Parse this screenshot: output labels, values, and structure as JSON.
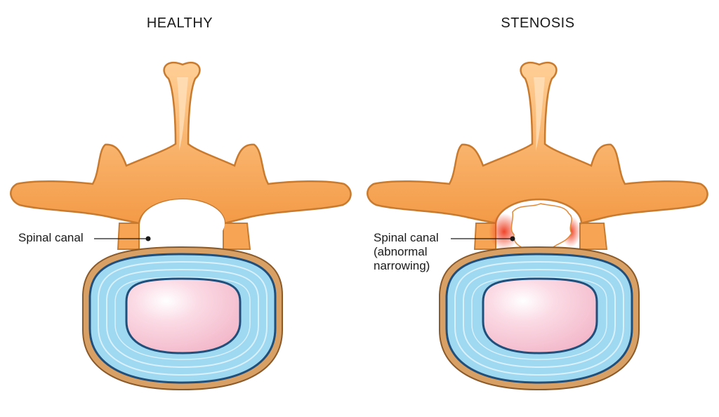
{
  "panels": {
    "healthy": {
      "title": "HEALTHY",
      "callout": "Spinal canal"
    },
    "stenosis": {
      "title": "STENOSIS",
      "callout_line1": "Spinal canal",
      "callout_line2": "(abnormal",
      "callout_line3": "narrowing)"
    }
  },
  "colors": {
    "bone_fill": "#f5a85a",
    "bone_light": "#ffd9a8",
    "bone_outline": "#c87a2e",
    "disc_outer": "#8fd0ec",
    "disc_rim": "#1f4f7a",
    "nucleus": "#f7c6d6",
    "inflammation": "#ee3b1e"
  }
}
